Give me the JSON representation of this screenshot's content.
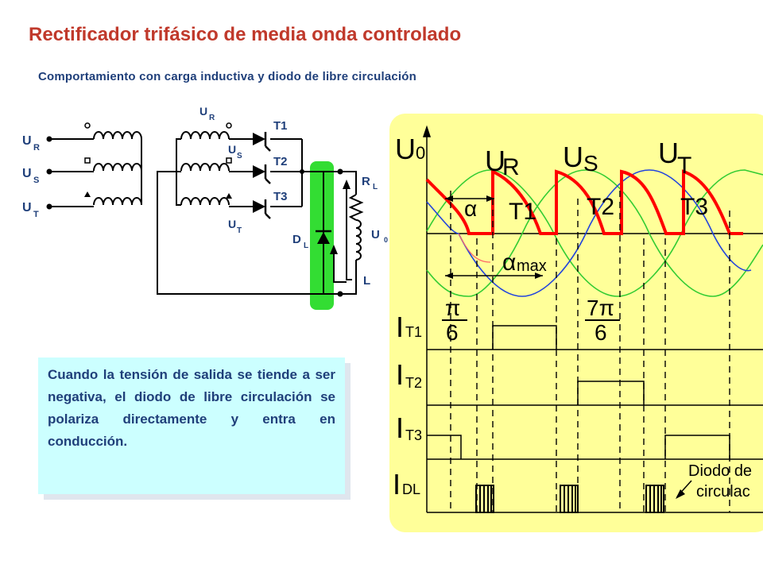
{
  "title": "Rectificador trifásico de media onda controlado",
  "subtitle": "Comportamiento  con  carga  inductiva  y  diodo  de  libre  circulación",
  "note": "Cuando la tensión de salida se tiende a ser negativa, el diodo de libre circulación se polariza directamente y entra en conducción.",
  "circuit": {
    "u_letter": "U",
    "phase_r": "R",
    "phase_s": "S",
    "phase_t": "T",
    "t1": "T1",
    "t2": "T2",
    "t3": "T3",
    "rl_r": "R",
    "rl_sub": "L",
    "dl_d": "D",
    "dl_sub": "L",
    "u0_u": "U",
    "u0_sub": "0",
    "inductor": "L"
  },
  "waveform": {
    "u0": "U",
    "u0_sub": "0",
    "ur": "U",
    "ur_sub": "R",
    "us": "U",
    "us_sub": "S",
    "ut": "U",
    "ut_sub": "T",
    "alpha": "α",
    "alpha_max": "α",
    "alpha_max_sub": "max",
    "t1": "T1",
    "t2": "T2",
    "t3": "T3",
    "pi_num": "π",
    "pi_den": "6",
    "seven_pi_num": "7π",
    "seven_pi_den": "6",
    "i_letter": "I",
    "it1_sub": "T1",
    "it2_sub": "T2",
    "it3_sub": "T3",
    "idl_sub": "DL",
    "diode_line1": "Diodo de",
    "diode_line2": "circulac",
    "colors": {
      "red_phase": "#ff0000",
      "green_phase": "#33cc33",
      "blue_phase": "#2244dd",
      "panel": "#ffff99"
    }
  }
}
